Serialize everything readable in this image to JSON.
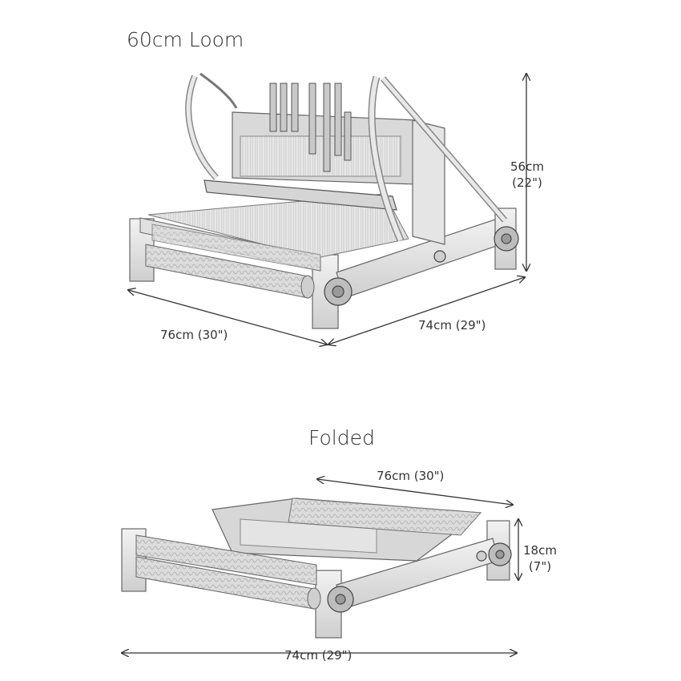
{
  "top": {
    "title": "60cm Loom",
    "height_cm": "56cm",
    "height_in": "(22\")",
    "width_left": "76cm (30\")",
    "width_right": "74cm (29\")"
  },
  "bottom": {
    "title": "Folded",
    "depth": "76cm (30\")",
    "height_cm": "18cm",
    "height_in": "(7\")",
    "width": "74cm (29\")"
  }
}
